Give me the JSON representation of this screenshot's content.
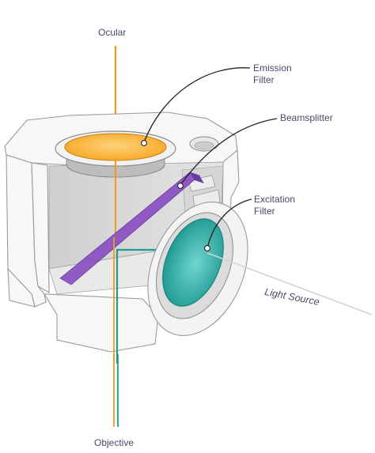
{
  "labels": {
    "ocular": "Ocular",
    "emission": "Emission\nFilter",
    "beamsplitter": "Beamsplitter",
    "excitation": "Excitation\nFilter",
    "light_source": "Light Source",
    "objective": "Objective"
  },
  "colors": {
    "emission_filter": "#f7a623",
    "beamsplitter": "#8a4fc2",
    "excitation_filter": "#1fa39b",
    "emission_beam": "#f29a1e",
    "excitation_beam": "#1c9c95",
    "label_text": "#4a4a6a",
    "housing_outline": "#9a9a9a",
    "housing_shadow": "#c8c8c8"
  }
}
